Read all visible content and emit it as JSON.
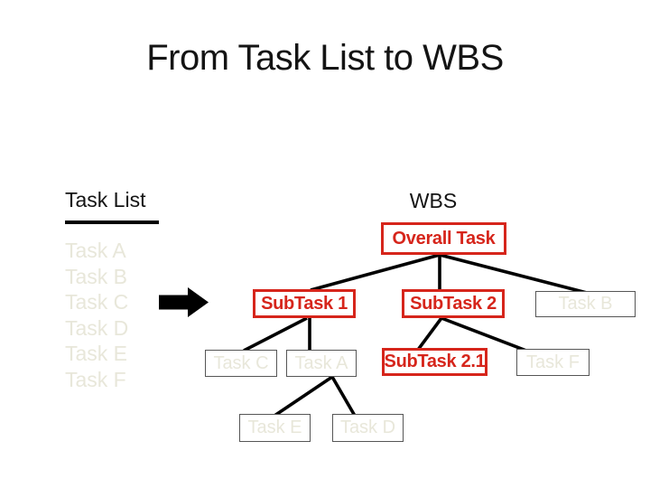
{
  "slide": {
    "title": "From Task List to WBS"
  },
  "task_list": {
    "heading": "Task List",
    "items": [
      "Task A",
      "Task B",
      "Task C",
      "Task D",
      "Task E",
      "Task F"
    ]
  },
  "arrow": {
    "name": "transform-arrow",
    "direction": "right",
    "color": "#000000"
  },
  "wbs": {
    "heading": "WBS",
    "nodes": [
      {
        "label": "Overall Task",
        "level": 1,
        "emphasis": "red"
      },
      {
        "label": "SubTask 1",
        "level": 2,
        "emphasis": "red"
      },
      {
        "label": "SubTask 2",
        "level": 2,
        "emphasis": "red"
      },
      {
        "label": "Task B",
        "level": 2,
        "emphasis": "ghost"
      },
      {
        "label": "Task C",
        "level": 3,
        "emphasis": "ghost"
      },
      {
        "label": "Task A",
        "level": 3,
        "emphasis": "ghost"
      },
      {
        "label": "SubTask 2.1",
        "level": 3,
        "emphasis": "red"
      },
      {
        "label": "Task F",
        "level": 3,
        "emphasis": "ghost"
      },
      {
        "label": "Task E",
        "level": 4,
        "emphasis": "ghost"
      },
      {
        "label": "Task D",
        "level": 4,
        "emphasis": "ghost"
      }
    ],
    "edges": [
      [
        "Overall Task",
        "SubTask 1"
      ],
      [
        "Overall Task",
        "SubTask 2"
      ],
      [
        "Overall Task",
        "Task B"
      ],
      [
        "SubTask 1",
        "Task C"
      ],
      [
        "SubTask 1",
        "Task A"
      ],
      [
        "SubTask 2",
        "SubTask 2.1"
      ],
      [
        "SubTask 2",
        "Task F"
      ],
      [
        "Task A",
        "Task E"
      ],
      [
        "Task A",
        "Task D"
      ]
    ]
  },
  "colors": {
    "emphasis_red": "#d6251b",
    "ghost_text": "#e8e7da",
    "ghost_border": "#565656",
    "connector": "#000000",
    "text": "#141414",
    "background": "#ffffff"
  }
}
